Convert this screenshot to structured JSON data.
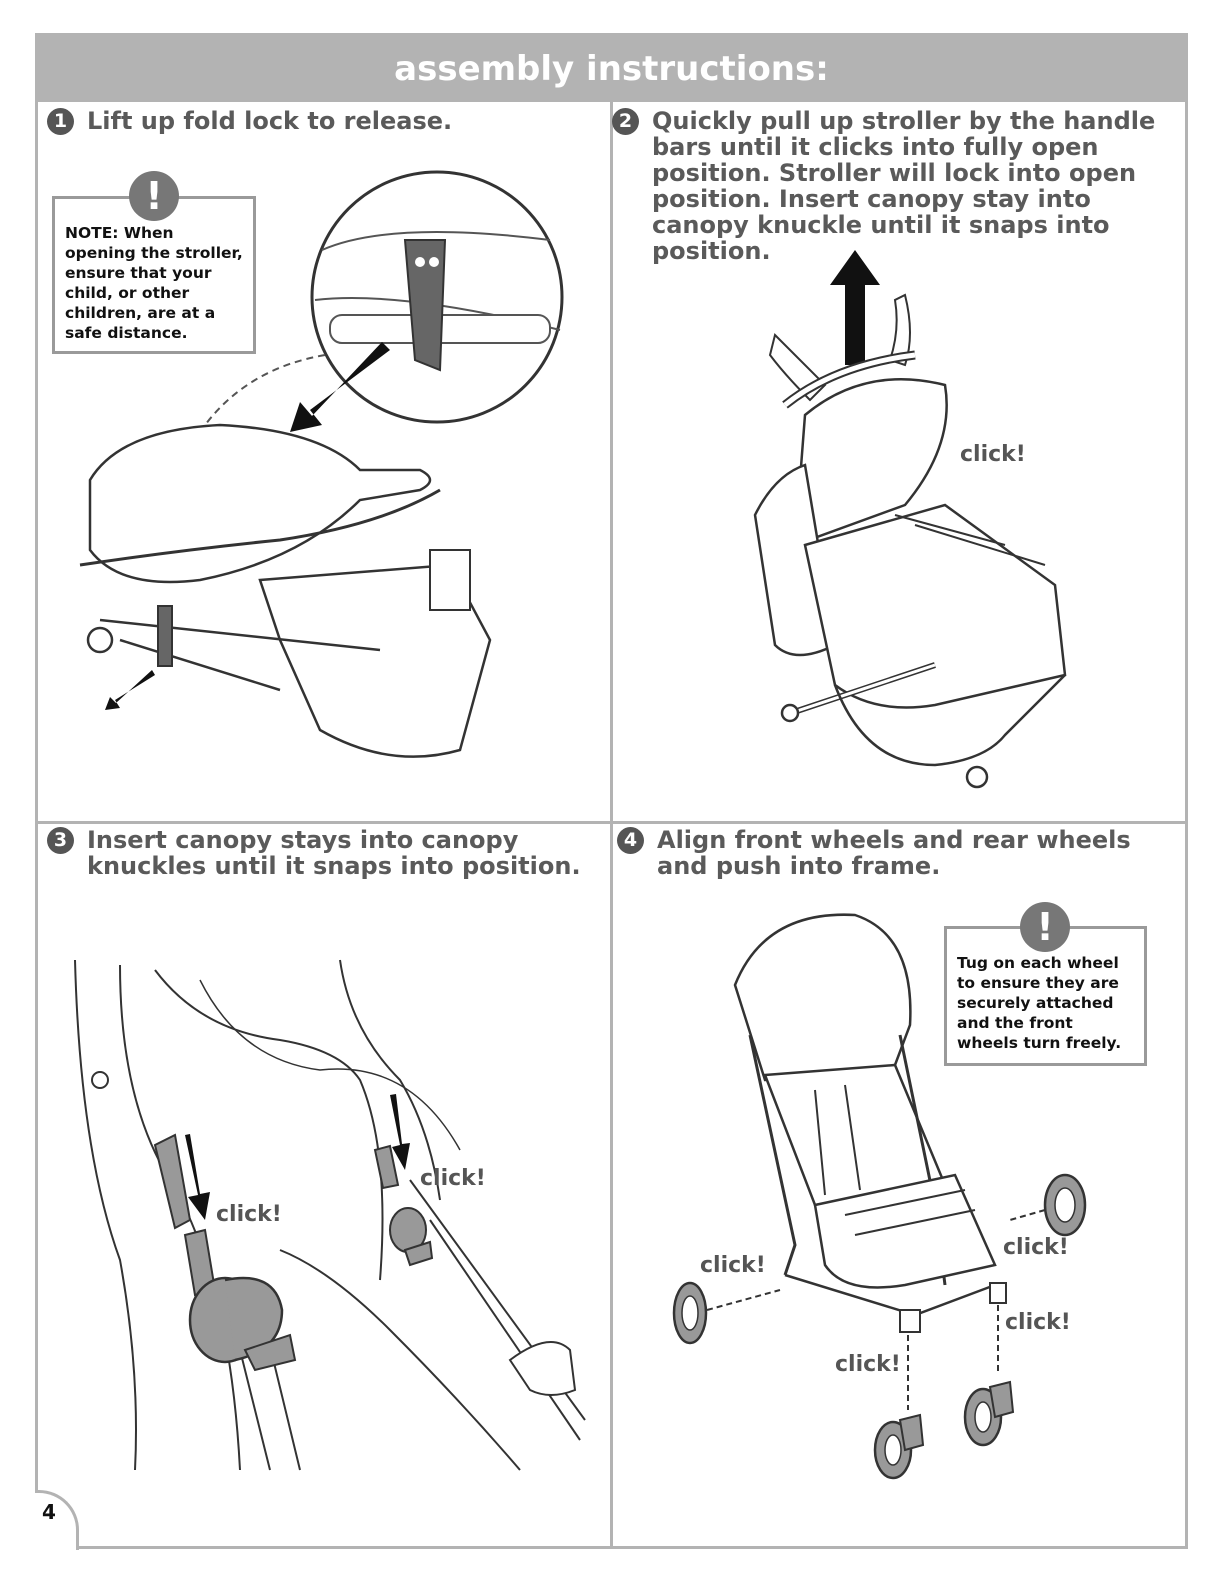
{
  "header": {
    "title": "assembly instructions:"
  },
  "steps": [
    {
      "number": "1",
      "text": "Lift up fold lock to release."
    },
    {
      "number": "2",
      "text": "Quickly pull up stroller by the handle bars until it clicks into fully open position. Stroller will lock into open position. Insert canopy stay into canopy knuckle until it snaps into position."
    },
    {
      "number": "3",
      "text": "Insert canopy stays into canopy knuckles until it snaps into position."
    },
    {
      "number": "4",
      "text": "Align front wheels and rear wheels and push into frame."
    }
  ],
  "notes": {
    "step1": "NOTE: When opening the stroller, ensure that your child, or other children, are at a safe distance.",
    "step4": "Tug on each wheel to ensure they are securely attached and the front wheels turn freely."
  },
  "warning_icon": {
    "glyph": "!",
    "name": "exclamation-icon"
  },
  "click_label": "click!",
  "page": {
    "number": "4"
  },
  "colors": {
    "header_bg": "#b3b3b3",
    "border": "#b3b3b3",
    "text": "#555555"
  }
}
